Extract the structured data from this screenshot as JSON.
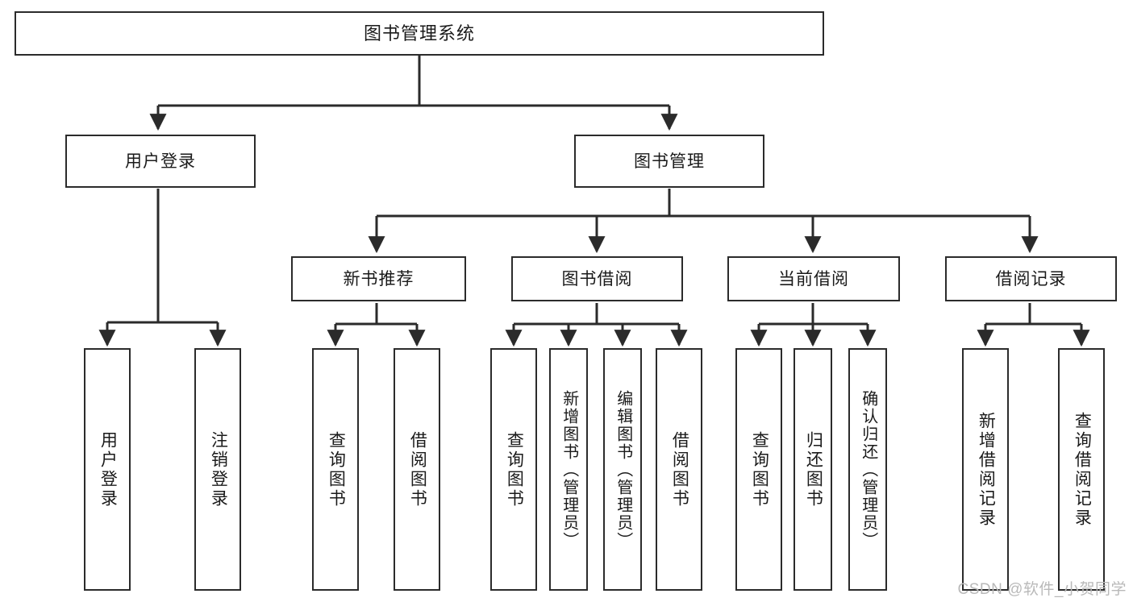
{
  "diagram": {
    "title": "图书管理系统",
    "type": "tree-hierarchy-chart",
    "root": {
      "label": "图书管理系统"
    },
    "level2": [
      {
        "label": "用户登录"
      },
      {
        "label": "图书管理"
      }
    ],
    "level3": [
      {
        "label": "新书推荐"
      },
      {
        "label": "图书借阅"
      },
      {
        "label": "当前借阅"
      },
      {
        "label": "借阅记录"
      }
    ],
    "leaves": {
      "user_login": [
        {
          "label": "用户登录"
        },
        {
          "label": "注销登录"
        }
      ],
      "new_book": [
        {
          "label": "查询图书"
        },
        {
          "label": "借阅图书"
        }
      ],
      "borrow_book": [
        {
          "label": "查询图书"
        },
        {
          "label": "新增图书（管理员）"
        },
        {
          "label": "编辑图书（管理员）"
        },
        {
          "label": "借阅图书"
        }
      ],
      "current_borrow": [
        {
          "label": "查询图书"
        },
        {
          "label": "归还图书"
        },
        {
          "label": "确认归还（管理员）"
        }
      ],
      "borrow_record": [
        {
          "label": "新增借阅记录"
        },
        {
          "label": "查询借阅记录"
        }
      ]
    }
  },
  "watermark": {
    "text": "CSDN @软件_小贺同学"
  },
  "colors": {
    "stroke": "#2b2b2b",
    "background": "#ffffff",
    "text": "#1a1a1a",
    "watermark": "#b9b9b9"
  }
}
